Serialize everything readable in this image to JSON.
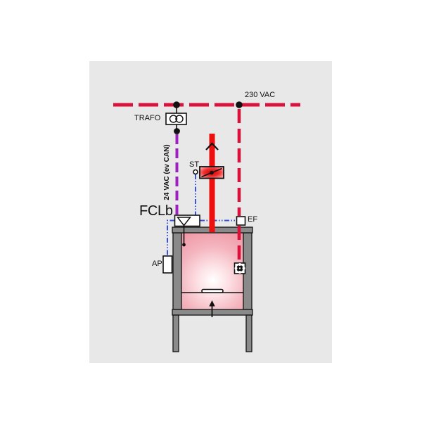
{
  "labels": {
    "mains_voltage": "230 VAC",
    "transformer": "TRAFO",
    "low_voltage_bus": "24 VAC (ev CAN)",
    "damper_actuator": "ST",
    "controller": "FCLb",
    "exhaust_fan": "EF",
    "access_point": "AP"
  },
  "colors": {
    "mains-red": "#d9123b",
    "exhaust-red": "#ee0f0f",
    "bus-purple": "#9f1fc1",
    "signal-blue": "#3a52e0",
    "frame-gray": "#8a8a8a",
    "panel-gray": "#e8e8e8",
    "glow-pink": "#ee94a1",
    "line-black": "#111111"
  }
}
